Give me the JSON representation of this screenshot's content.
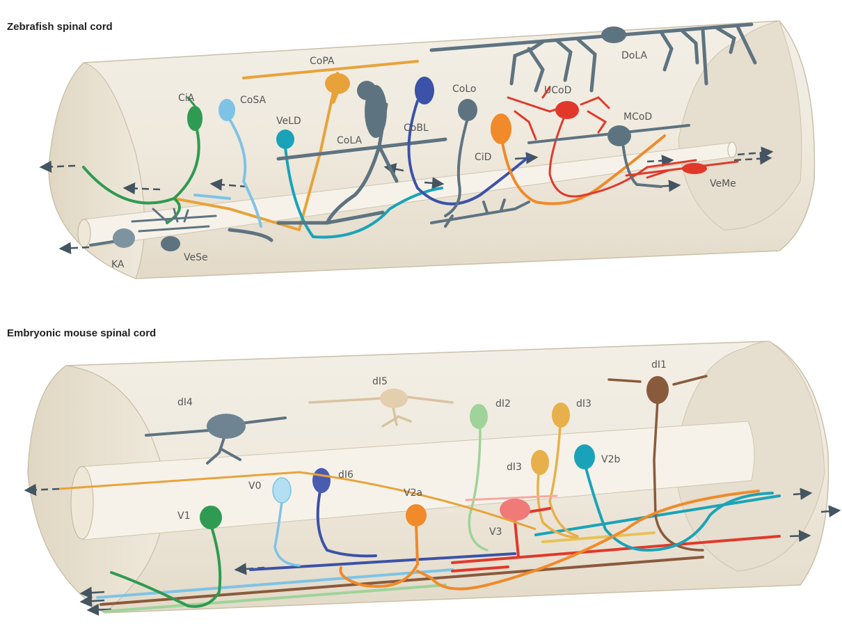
{
  "panels": [
    {
      "title": "Zebrafish spinal cord",
      "labels": {
        "copa": "CoPA",
        "cia": "CiA",
        "cosa": "CoSA",
        "veld": "VeLD",
        "cola": "CoLA",
        "cobl": "CoBL",
        "colo": "CoLo",
        "ucod": "UCoD",
        "dola": "DoLA",
        "mcod": "MCoD",
        "cid": "CiD",
        "veme": "VeMe",
        "ka": "KA",
        "vese": "VeSe"
      }
    },
    {
      "title": "Embryonic mouse spinal cord",
      "labels": {
        "di1": "dI1",
        "di5": "dI5",
        "di4": "dI4",
        "di2": "dI2",
        "di3a": "dI3",
        "di3b": "dI3",
        "di6": "dI6",
        "v0": "V0",
        "v1": "V1",
        "v2a": "V2a",
        "v2b": "V2b",
        "v3": "V3"
      }
    }
  ],
  "colors": {
    "cylinder": "#eee8dc",
    "cylinder_edge": "#c9bfa8",
    "canal": "#f6f2ea",
    "slate": "#5e7380",
    "orange": "#e8a23a",
    "blue": "#3b52a8",
    "light_blue": "#7ec3e6",
    "teal": "#1aa3b8",
    "green": "#2f9a52",
    "red": "#e0392b",
    "brown": "#8a5a3c",
    "pale_green": "#9fd39a",
    "tan": "#d9c3a0",
    "mouse_orange": "#f08a2a",
    "pink": "#f07a78"
  }
}
